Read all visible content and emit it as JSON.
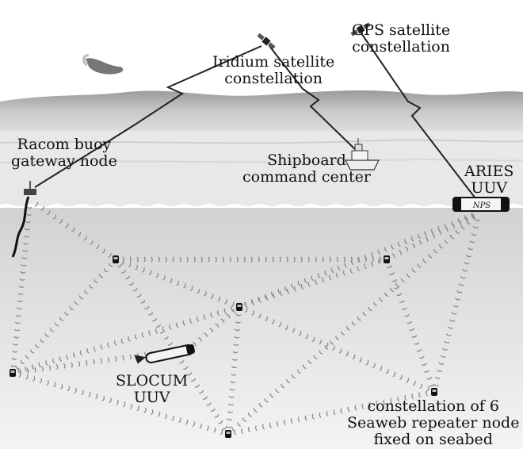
{
  "labels": {
    "iridium": [
      "Iridium satellite",
      "constellation"
    ],
    "gps": [
      "GPS satellite",
      "constellation"
    ],
    "racom": [
      "Racom buoy",
      "gateway node"
    ],
    "shipboard": [
      "Shipboard",
      "command center"
    ],
    "aries": [
      "ARIES",
      "UUV"
    ],
    "slocum": [
      "SLOCUM",
      "UUV"
    ],
    "seaweb": [
      "constellation of 6",
      "Seaweb repeater node",
      "fixed on seabed"
    ]
  },
  "aries_hull_text": "NPS",
  "colors": {
    "sky": "#ffffff",
    "horizon_band": "#b9b9b9",
    "sea_surface": "#e6e6e6",
    "underwater": "#dcdcdc",
    "seabed": "#f0f0f0",
    "link_dots": "#8a8a8a",
    "radio_link": "#222222",
    "node": "#111111"
  }
}
